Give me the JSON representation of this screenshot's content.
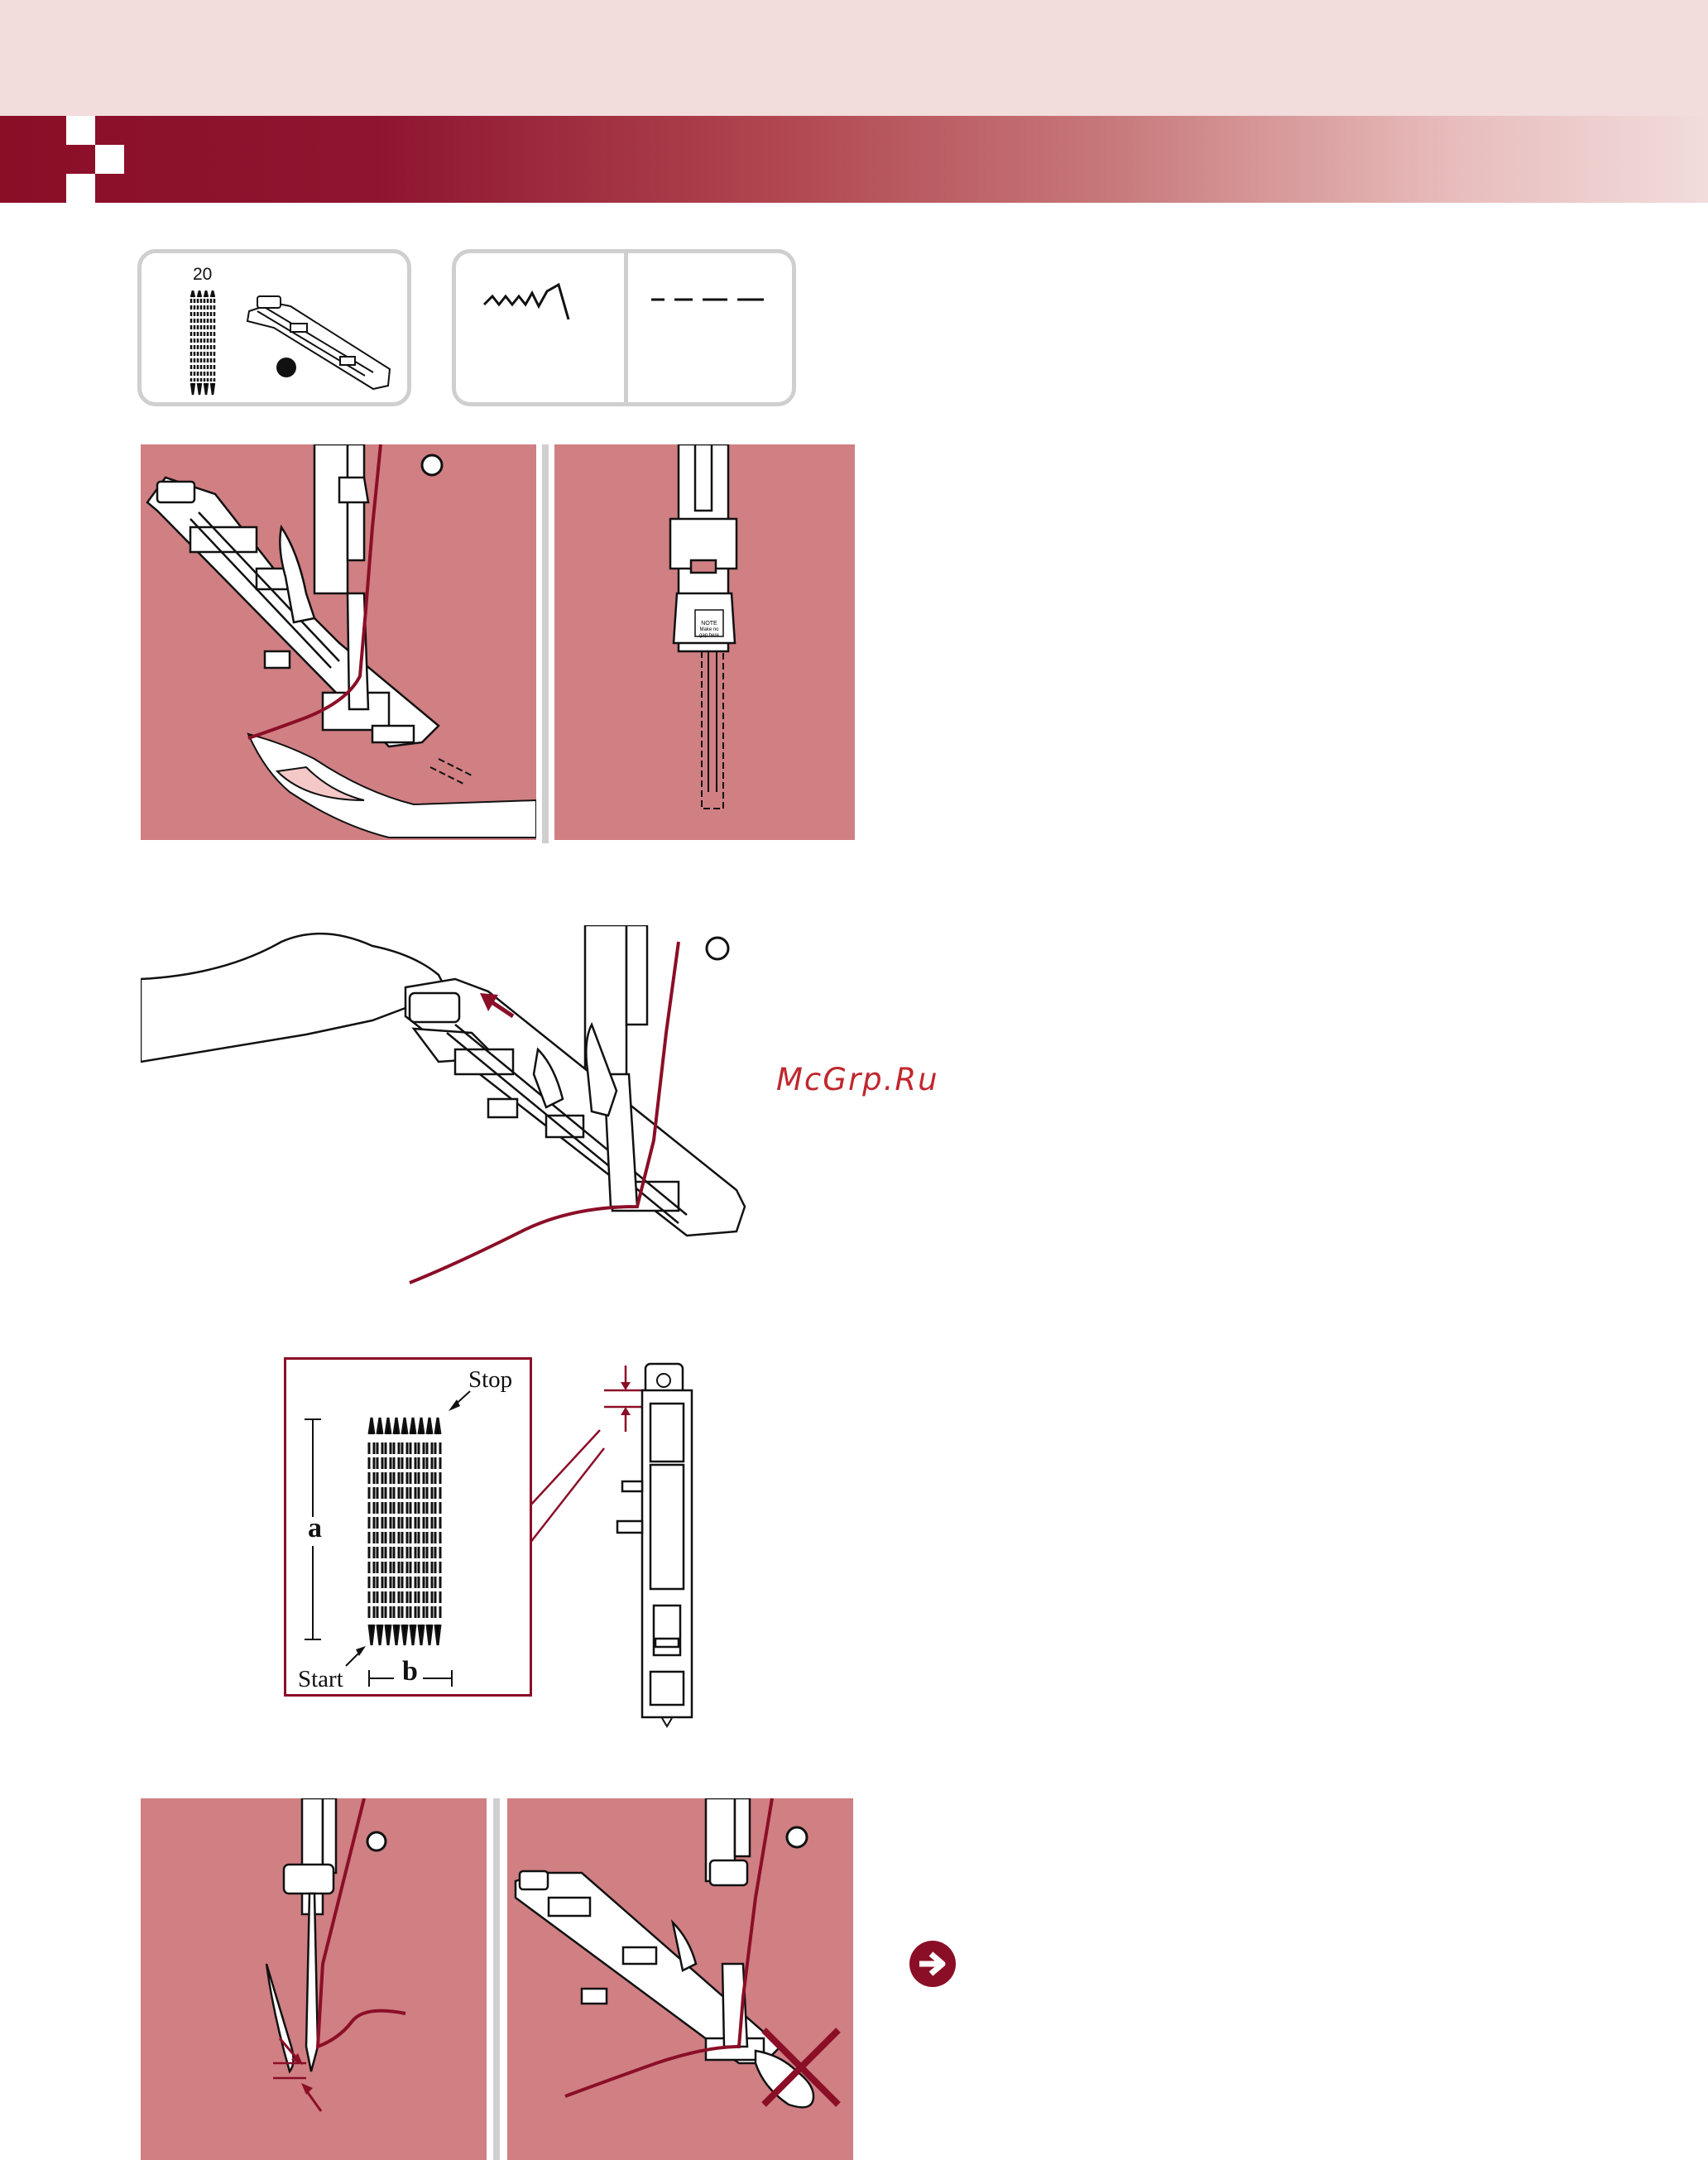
{
  "stitch_icon": {
    "count_label": "20"
  },
  "watermark": "McGrp.Ru",
  "note_label": {
    "line1": "NOTE",
    "line2": "Make no",
    "line3": "gap here"
  },
  "buttonhole_diagram": {
    "stop_label": "Stop",
    "start_label": "Start",
    "length_label": "a",
    "width_label": "b"
  },
  "colors": {
    "brand": "#8b0e27",
    "fabric": "#d07f83",
    "thread": "#8b0e27",
    "frame": "#cfcfcf"
  },
  "icons": [
    "checkerboard-logo-icon",
    "buttonhole-stitch-icon",
    "buttonhole-foot-icon",
    "zigzag-stitch-icon",
    "straight-stitch-icon",
    "next-page-arrow-icon",
    "wrong-cross-icon"
  ]
}
